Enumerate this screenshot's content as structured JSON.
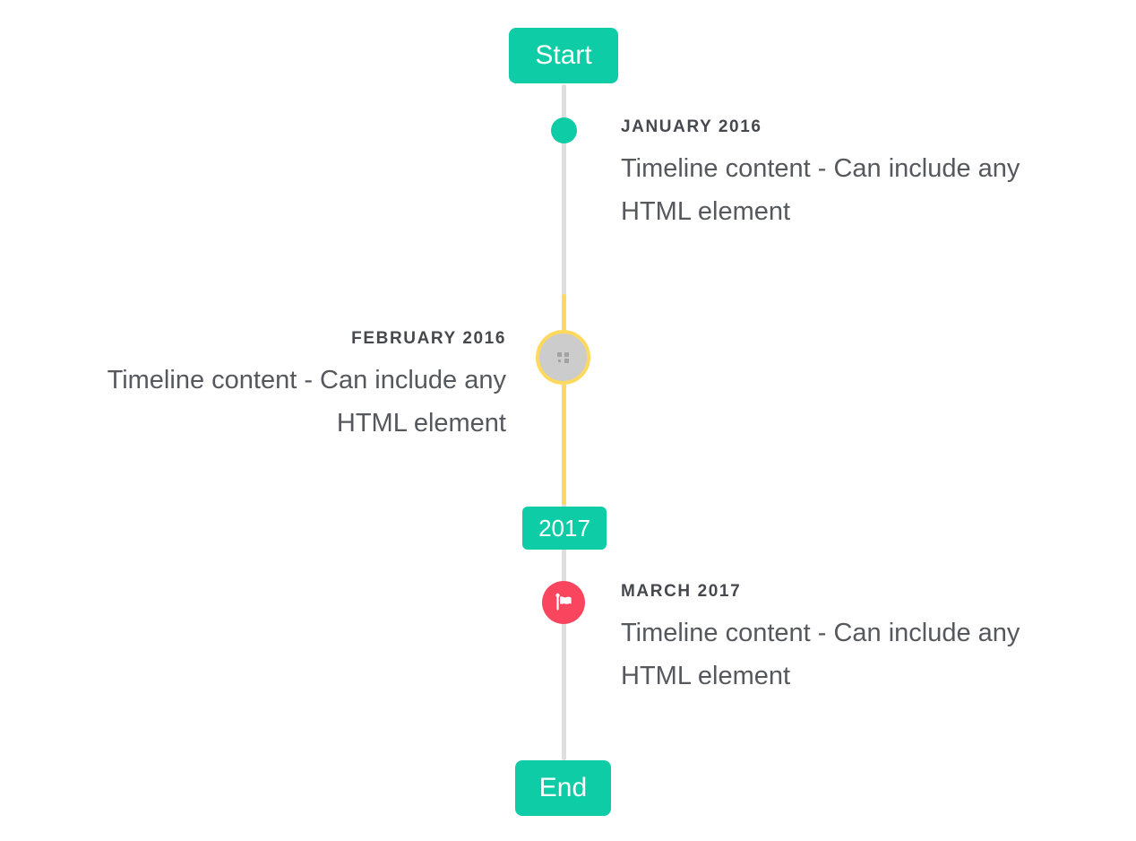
{
  "timeline": {
    "start_label": "Start",
    "end_label": "End",
    "year_badge": "2017",
    "colors": {
      "accent_teal": "#0dcca6",
      "highlight_yellow": "#ffd95e",
      "flag_red": "#f9455e",
      "line_gray": "#dedede",
      "marker_gray": "#cccccc",
      "icon_gray": "#9b9b9b",
      "title_text": "#45494e",
      "body_text": "#55585d"
    },
    "entries": [
      {
        "date": "JANUARY 2016",
        "content": "Timeline content - Can include any HTML element",
        "side": "right",
        "marker": "teal-dot"
      },
      {
        "date": "FEBRUARY 2016",
        "content": "Timeline content - Can include any HTML element",
        "side": "left",
        "marker": "gray-image-circle-yellow-ring"
      },
      {
        "date": "MARCH 2017",
        "content": "Timeline content - Can include any HTML element",
        "side": "right",
        "marker": "red-flag-circle"
      }
    ]
  }
}
